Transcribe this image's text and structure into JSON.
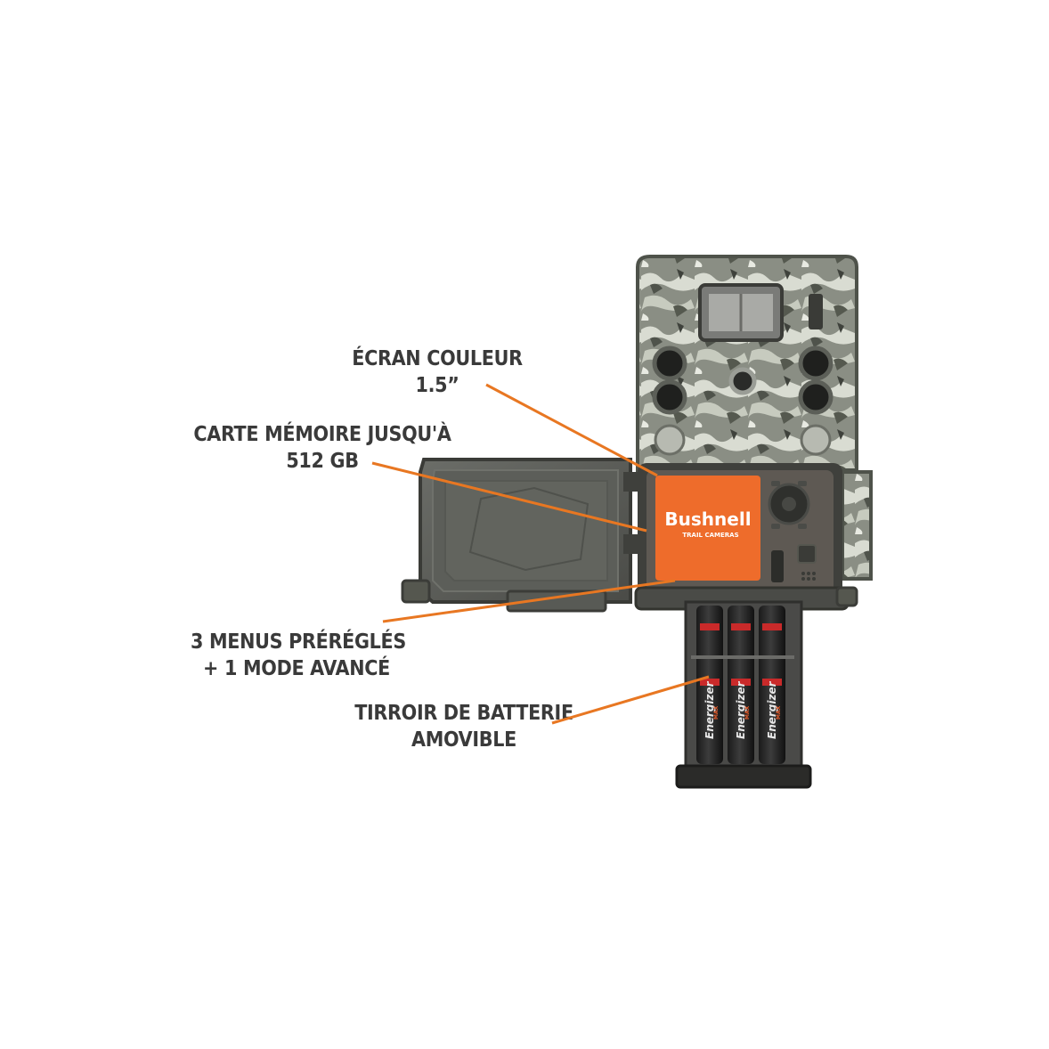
{
  "callouts": [
    {
      "id": "screen",
      "lines": [
        "ÉCRAN COULEUR",
        "1.5”"
      ]
    },
    {
      "id": "memory",
      "lines": [
        "CARTE MÉMOIRE JUSQU'À",
        "512 GB"
      ]
    },
    {
      "id": "menus",
      "lines": [
        "3 MENUS PRÉRÉGLÉS",
        "+ 1 MODE AVANCÉ"
      ]
    },
    {
      "id": "battery",
      "lines": [
        "TIRROIR DE BATTERIE",
        "AMOVIBLE"
      ]
    }
  ],
  "product": {
    "brand": "Bushnell",
    "sub_brand": "TRAIL CAMERAS",
    "battery_brand": "Energizer",
    "battery_tag": "MAX"
  },
  "colors": {
    "callout_line": "#e87722",
    "label_text": "#3a3a3a",
    "brand_panel": "#ee6c2b",
    "housing_dark": "#4a4b47",
    "camo_base": "#8a8e84"
  }
}
